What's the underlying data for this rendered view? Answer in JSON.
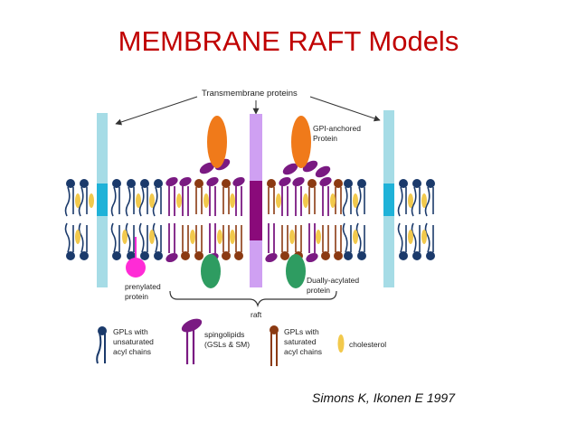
{
  "title": "MEMBRANE RAFT Models",
  "citation": "Simons K, Ikonen E 1997",
  "diagram": {
    "top_label": "Transmembrane proteins",
    "gpi_label_line1": "GPI-anchored",
    "gpi_label_line2": "Protein",
    "prenyl_label_line1": "prenylated",
    "prenyl_label_line2": "protein",
    "dual_label_line1": "Dually-acylated",
    "dual_label_line2": "protein",
    "raft_label": "raft"
  },
  "legend": {
    "gpl_unsat": [
      "GPLs with",
      "unsaturated",
      "acyl chains"
    ],
    "sphingo": [
      "spingolipids",
      "(GSLs & SM)"
    ],
    "gpl_sat": [
      "GPLs with",
      "saturated",
      "acyl chains"
    ],
    "cholesterol": "cholesterol"
  },
  "colors": {
    "title": "#c00000",
    "gpl_unsat_head": "#1b3a6b",
    "sphingo_head": "#7a1a82",
    "gpl_sat_head": "#8b3a12",
    "cholesterol": "#f2c94c",
    "gpi_protein": "#f07a1a",
    "prenylated": "#ff2bd6",
    "dual_acyl": "#2e9c61",
    "tm_light": "#a6dce6",
    "tm_cyan": "#1fb2d8",
    "tm_center": "#cfa0f2",
    "tm_center_dark": "#8a0a7a"
  }
}
